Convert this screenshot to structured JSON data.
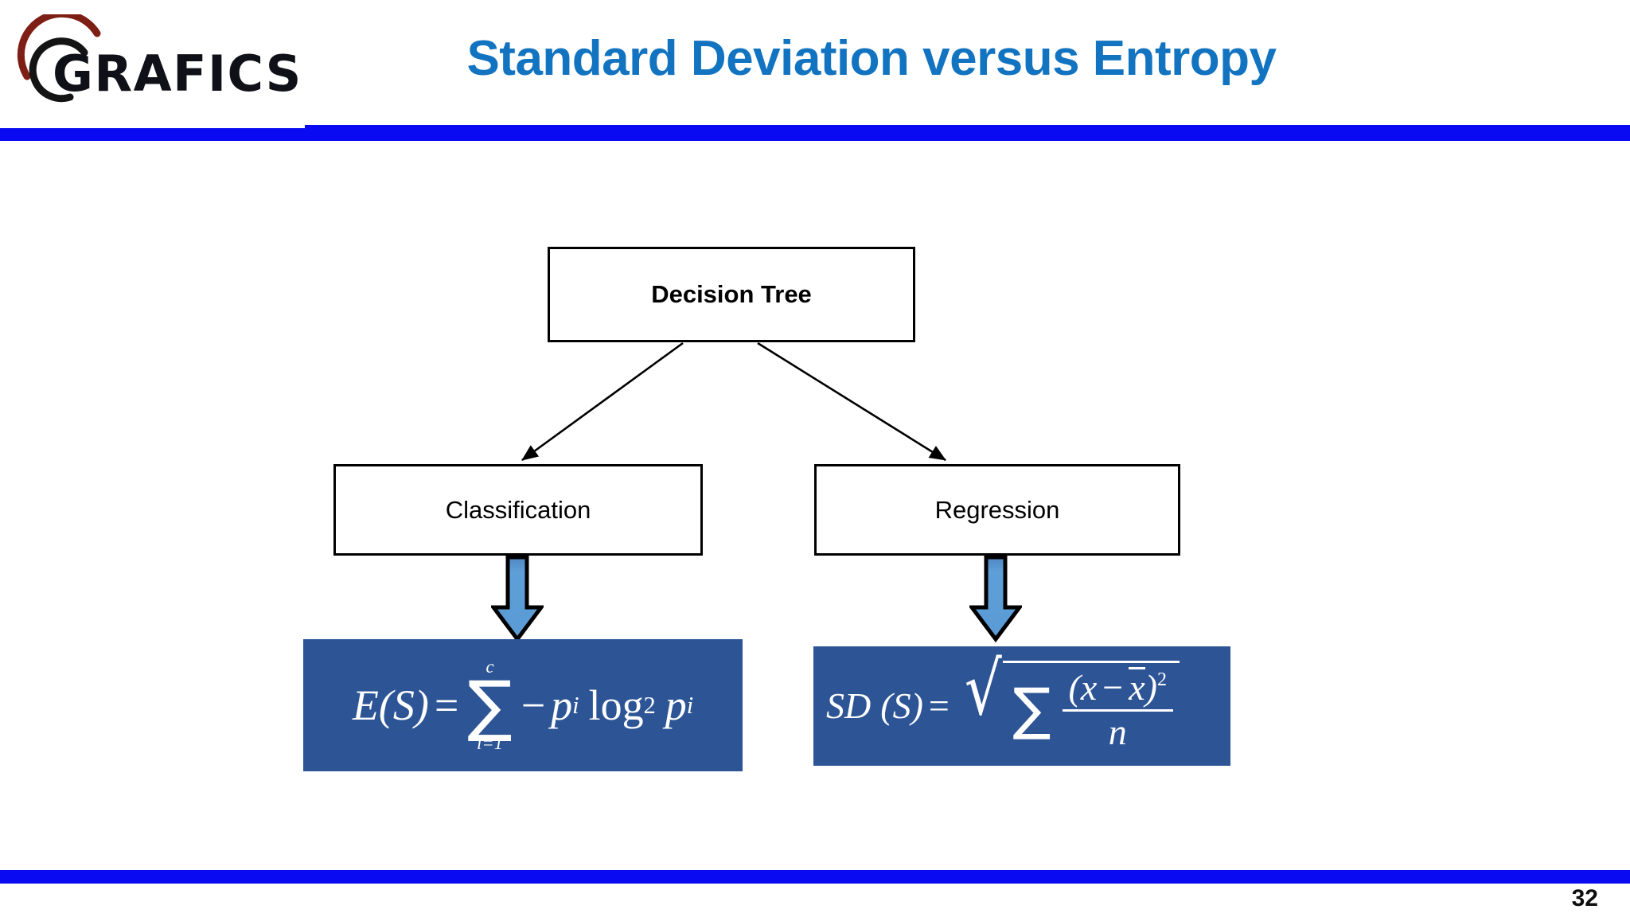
{
  "slide": {
    "page_number": "32",
    "background_color": "#FFFFFF",
    "rule_color": "#0A0AF2"
  },
  "header": {
    "title": "Standard Deviation versus Entropy",
    "title_color": "#1274C0",
    "logo": {
      "wordmark": "GRAFICS",
      "arc_outer_color": "#7E1F16",
      "arc_inner_color": "#111111",
      "wordmark_color": "#101018"
    }
  },
  "diagram": {
    "nodes": [
      {
        "id": "root",
        "label": "Decision Tree",
        "bold": true
      },
      {
        "id": "classification",
        "label": "Classification",
        "bold": false
      },
      {
        "id": "regression",
        "label": "Regression",
        "bold": false
      }
    ],
    "connectors": [
      {
        "from": "root",
        "to": "classification",
        "style": "diagonal-arrow"
      },
      {
        "from": "root",
        "to": "regression",
        "style": "diagonal-arrow"
      }
    ],
    "block_arrows": [
      {
        "from": "classification",
        "to": "entropy-formula",
        "direction": "down",
        "fill": "#5B9BD5",
        "outline": "#000000"
      },
      {
        "from": "regression",
        "to": "sd-formula",
        "direction": "down",
        "fill": "#5B9BD5",
        "outline": "#000000"
      }
    ],
    "formula_panels": [
      {
        "id": "entropy-formula",
        "background": "#2D5596",
        "text_color": "#FFFFFF",
        "plain_text": "E(S) = sum_{i=1}^{c} - p_i log_2 p_i",
        "parts": {
          "lhs": "E(S)",
          "equals": "=",
          "sum_upper": "c",
          "sum_lower": "i=1",
          "minus": "−",
          "p": "p",
          "p_sub": "i",
          "log": "log",
          "log_base": "2",
          "p2": "p",
          "p2_sub": "i"
        }
      },
      {
        "id": "sd-formula",
        "background": "#2D5596",
        "text_color": "#FFFFFF",
        "plain_text": "SD (S) = sqrt( sum (x - xbar)^2 / n )",
        "parts": {
          "lhs": "SD",
          "lparen": "(",
          "arg": "S",
          "rparen": ")",
          "equals": "=",
          "numer_lparen": "(",
          "x": "x",
          "minus": "−",
          "xbar": "x",
          "numer_rparen": ")",
          "power": "2",
          "denom": "n"
        }
      }
    ]
  }
}
